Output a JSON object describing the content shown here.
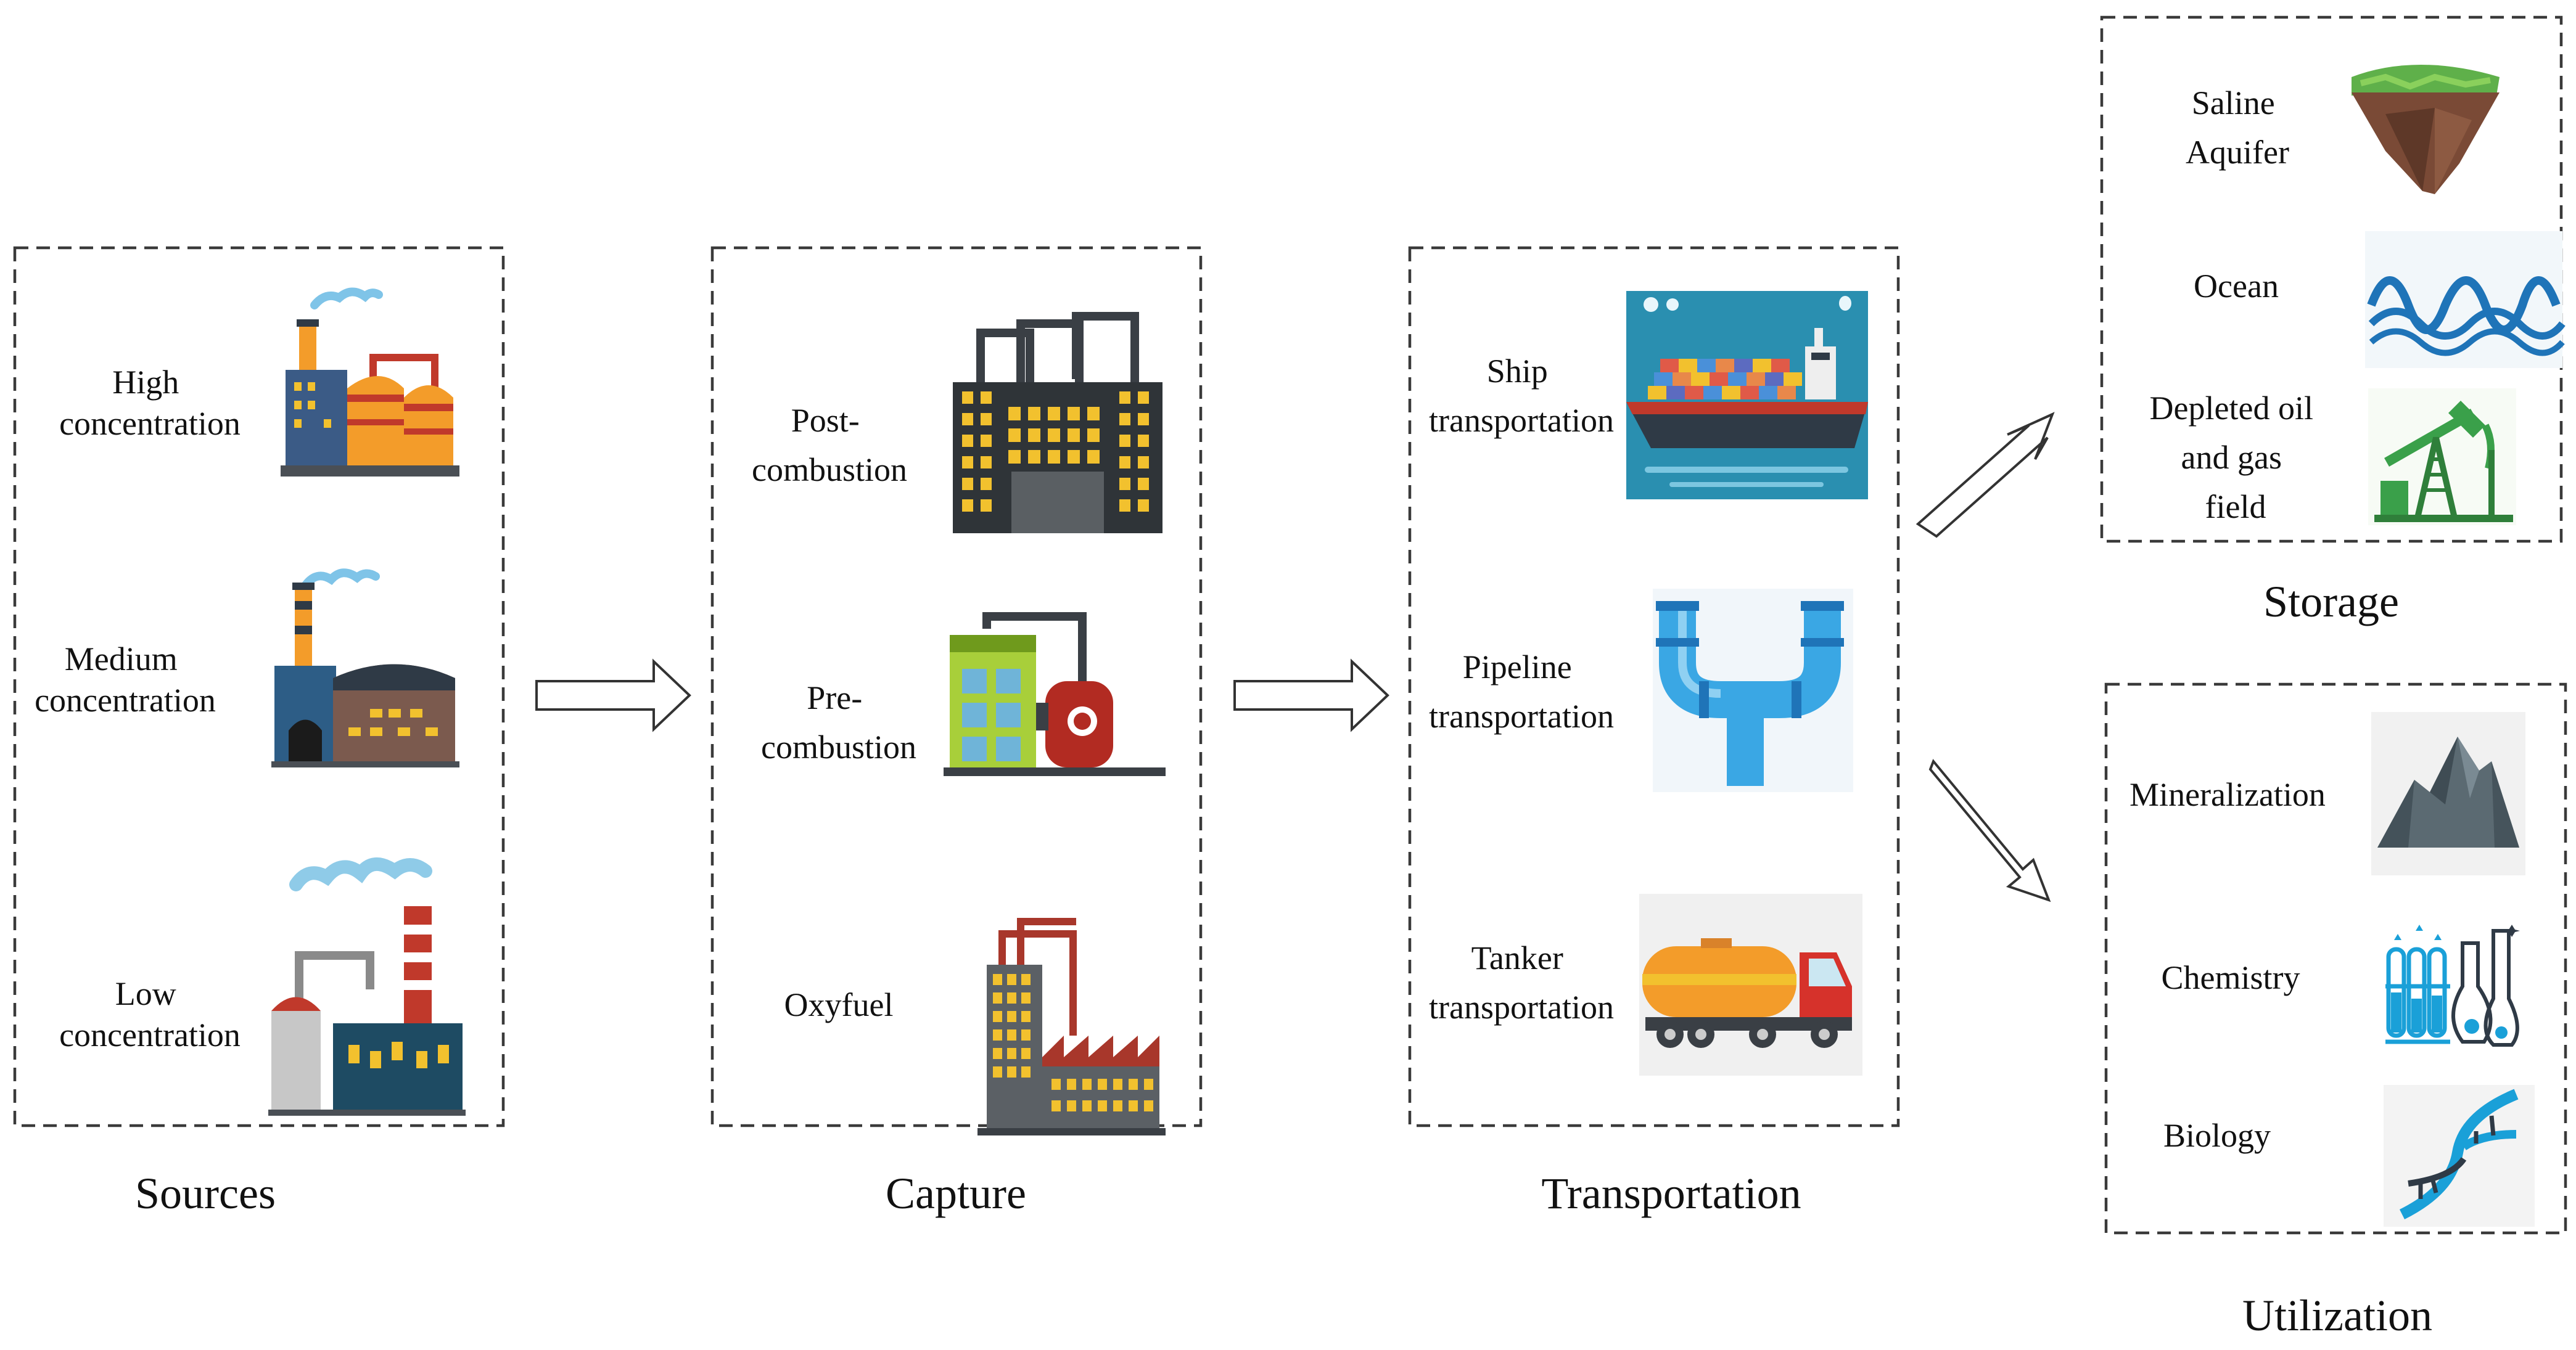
{
  "sections": {
    "sources": {
      "title": "Sources",
      "items": [
        {
          "line1": "High",
          "line2": "concentration",
          "icon": "factory-high-icon"
        },
        {
          "line1": "Medium",
          "line2": "concentration",
          "icon": "factory-medium-icon"
        },
        {
          "line1": "Low",
          "line2": "concentration",
          "icon": "factory-low-icon"
        }
      ]
    },
    "capture": {
      "title": "Capture",
      "items": [
        {
          "line1": "Post-",
          "line2": "combustion",
          "icon": "post-combustion-plant-icon"
        },
        {
          "line1": "Pre-",
          "line2": "combustion",
          "icon": "pre-combustion-plant-icon"
        },
        {
          "line1": "Oxyfuel",
          "line2": "",
          "icon": "oxyfuel-plant-icon"
        }
      ]
    },
    "transportation": {
      "title": "Transportation",
      "items": [
        {
          "line1": "Ship",
          "line2": "transportation",
          "icon": "cargo-ship-icon"
        },
        {
          "line1": "Pipeline",
          "line2": "transportation",
          "icon": "pipeline-icon"
        },
        {
          "line1": "Tanker",
          "line2": "transportation",
          "icon": "tanker-truck-icon"
        }
      ]
    },
    "storage": {
      "title": "Storage",
      "items": [
        {
          "line1": "Saline",
          "line2": "Aquifer",
          "line3": "",
          "icon": "floating-rock-icon"
        },
        {
          "line1": "Ocean",
          "line2": "",
          "line3": "",
          "icon": "ocean-waves-icon"
        },
        {
          "line1": "Depleted oil",
          "line2": "and gas",
          "line3": "field",
          "icon": "oil-pump-jack-icon"
        }
      ]
    },
    "utilization": {
      "title": "Utilization",
      "items": [
        {
          "line1": "Mineralization",
          "icon": "mountain-rock-icon"
        },
        {
          "line1": "Chemistry",
          "icon": "lab-flasks-icon"
        },
        {
          "line1": "Biology",
          "icon": "dna-helix-icon"
        }
      ]
    }
  },
  "colors": {
    "border": "#3a3a3a",
    "text": "#111111",
    "industrial_dark": "#2f3a46",
    "accent_orange": "#f39c2a",
    "accent_red": "#c0392b",
    "window_yellow": "#f2c12e",
    "water_blue": "#1f74b8",
    "pipe_blue": "#3aa7e4",
    "dna_blue": "#1aa0d8"
  }
}
